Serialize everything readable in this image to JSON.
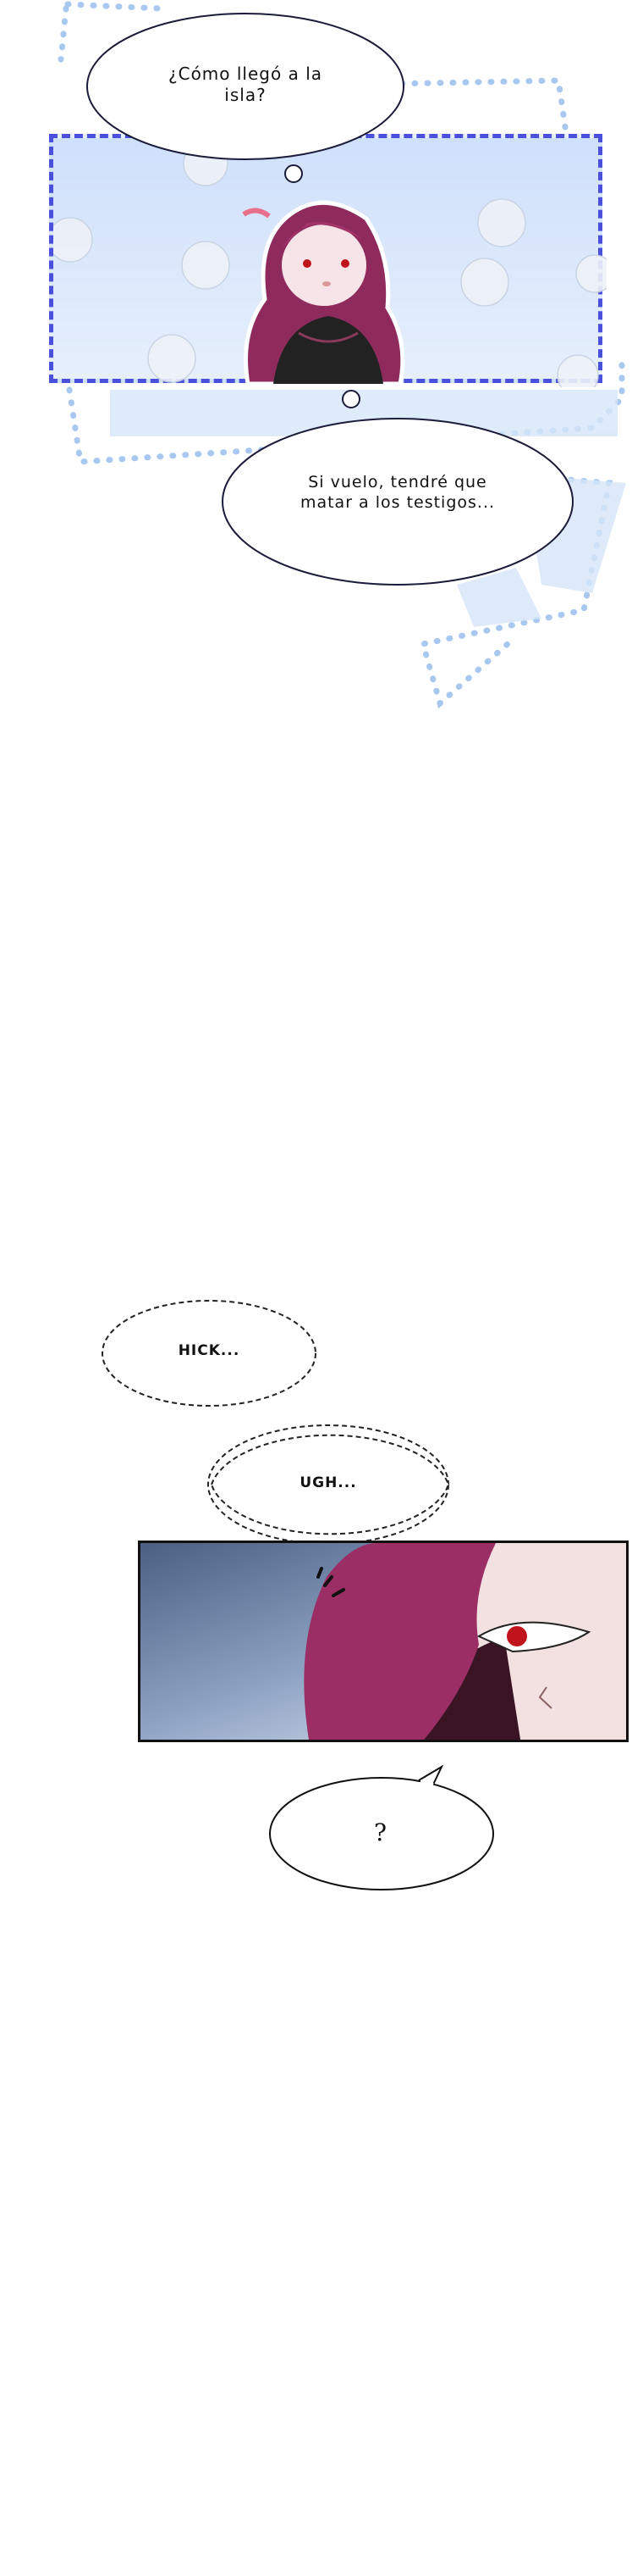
{
  "bubbles": {
    "first": "¿Cómo llegó a la isla?",
    "second": "Si vuelo, tendré que matar a los testigos...",
    "hick": "HICK...",
    "ugh": "UGH...",
    "question": "?"
  },
  "colors": {
    "frame_dash": "#4a4fdc",
    "dots": "#a8c8f0",
    "sky": "#dce8fb",
    "hair": "#9b2e64",
    "eye": "#c0141c"
  }
}
